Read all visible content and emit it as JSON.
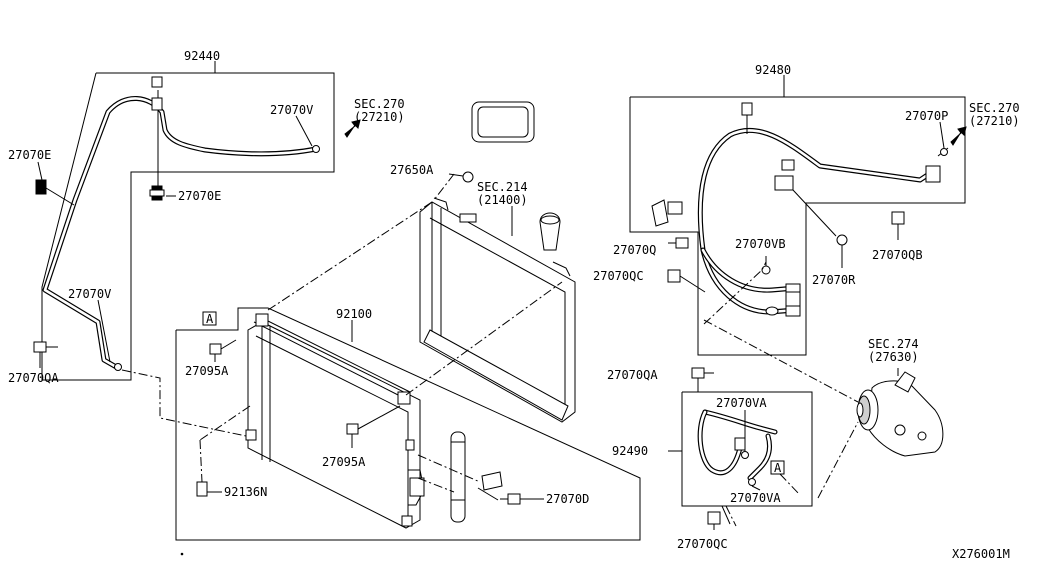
{
  "labels": {
    "p92440": "92440",
    "p27070E_left": "27070E",
    "p27070V_top": "27070V",
    "sec270_left": "SEC.270",
    "sec270_left_ref": "(27210)",
    "p27070E_mid": "27070E",
    "p27650A": "27650A",
    "sec214": "SEC.214",
    "sec214_ref": "(21400)",
    "p27070V_left": "27070V",
    "p27070QA_left": "27070QA",
    "ref_A_condenser": "A",
    "p92100": "92100",
    "p27095A_upper": "27095A",
    "p27095A_lower": "27095A",
    "p92136N": "92136N",
    "p27070D": "27070D",
    "p92480": "92480",
    "p27070P": "27070P",
    "sec270_right": "SEC.270",
    "sec270_right_ref": "(27210)",
    "p27070Q": "27070Q",
    "p27070VB": "27070VB",
    "p27070QC_upper": "27070QC",
    "p27070R": "27070R",
    "p27070QB": "27070QB",
    "sec274": "SEC.274",
    "sec274_ref": "(27630)",
    "p27070QA_right": "27070QA",
    "p27070VA_upper": "27070VA",
    "p92490": "92490",
    "ref_A_hose": "A",
    "p27070VA_lower": "27070VA",
    "p27070QC_lower": "27070QC",
    "diagram_id": "X276001M"
  }
}
